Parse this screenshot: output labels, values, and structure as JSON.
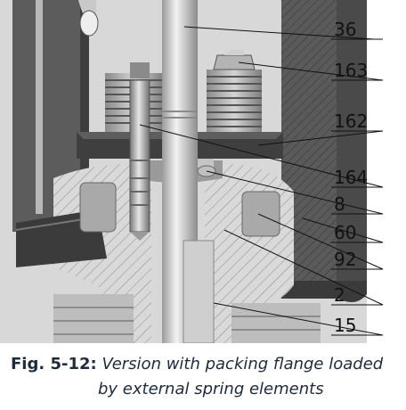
{
  "callouts": [
    "36",
    "163",
    "162",
    "164",
    "8",
    "60",
    "92",
    "2",
    "15"
  ],
  "caption": {
    "number": "Fig. 5-12:",
    "line1": "Version with packing flange loaded",
    "line2": "by external spring elements"
  },
  "colors": {
    "background": "#ffffff",
    "metal_light": "#c8c8c8",
    "metal_dark": "#444444",
    "section_hatch": "#9a9a9a",
    "caption_text": "#1e2b3a"
  }
}
